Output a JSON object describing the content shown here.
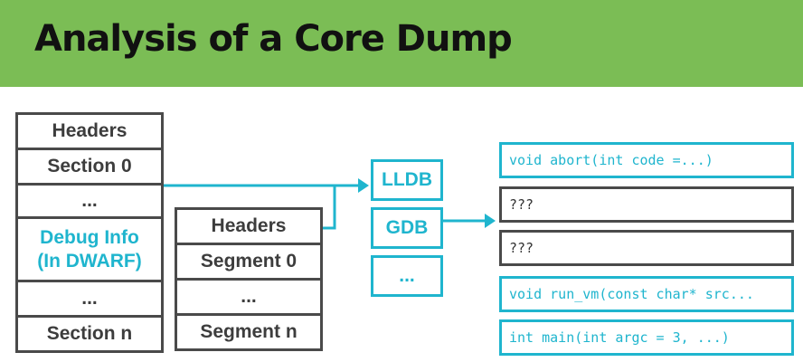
{
  "title": "Analysis of a Core Dump",
  "elf_file": {
    "cells": [
      "Headers",
      "Section 0",
      "...",
      "Debug Info\n(In DWARF)",
      "...",
      "Section n"
    ]
  },
  "core_file": {
    "cells": [
      "Headers",
      "Segment 0",
      "...",
      "Segment n"
    ]
  },
  "debuggers": [
    "LLDB",
    "GDB",
    "..."
  ],
  "stack_frames": [
    "void abort(int code =...)",
    "???",
    "???",
    "void run_vm(const char* src...",
    "int main(int argc = 3, ...)"
  ],
  "colors": {
    "banner": "#7bbd55",
    "accent": "#1fb5ce",
    "border": "#4a4a4a",
    "text": "#3d3d3d"
  }
}
